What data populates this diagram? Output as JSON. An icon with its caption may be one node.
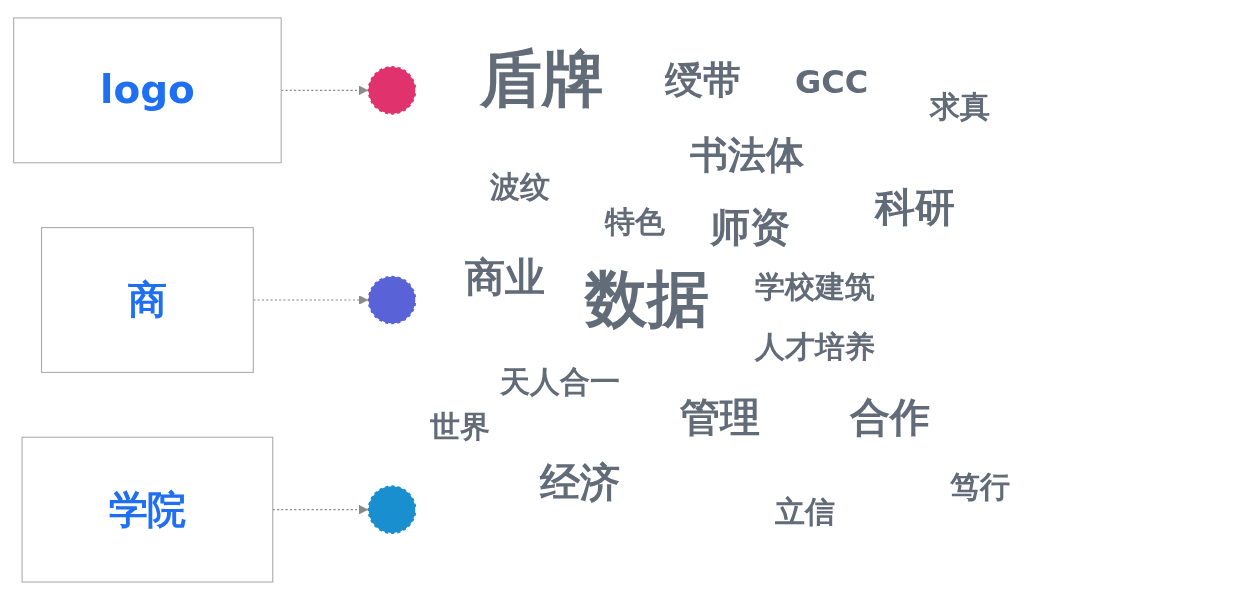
{
  "diagram": {
    "nodes": [
      {
        "text": [
          "logo"
        ]
      },
      {
        "text": [],
        "shape": "circle"
      },
      {
        "text": [
          "商"
        ]
      },
      {
        "text": [],
        "shape": "circle"
      },
      {
        "text": [
          "学院"
        ]
      },
      {
        "text": [],
        "shape": "circle"
      }
    ],
    "edges": [
      {
        "from": 0,
        "to": 1,
        "arrow": "to",
        "style": "dashed"
      },
      {
        "from": 2,
        "to": 3,
        "arrow": "to",
        "style": "dashed"
      },
      {
        "from": 4,
        "to": 5,
        "arrow": "to",
        "style": "dashed"
      }
    ],
    "labels": [
      "盾牌",
      "绶带",
      "GCC",
      "求真",
      "书法体",
      "波纹",
      "特色",
      "师资",
      "科研",
      "商业",
      "数据",
      "学校建筑",
      "人才培养",
      "天人合一",
      "世界",
      "管理",
      "合作",
      "经济",
      "笃行",
      "立信"
    ]
  }
}
